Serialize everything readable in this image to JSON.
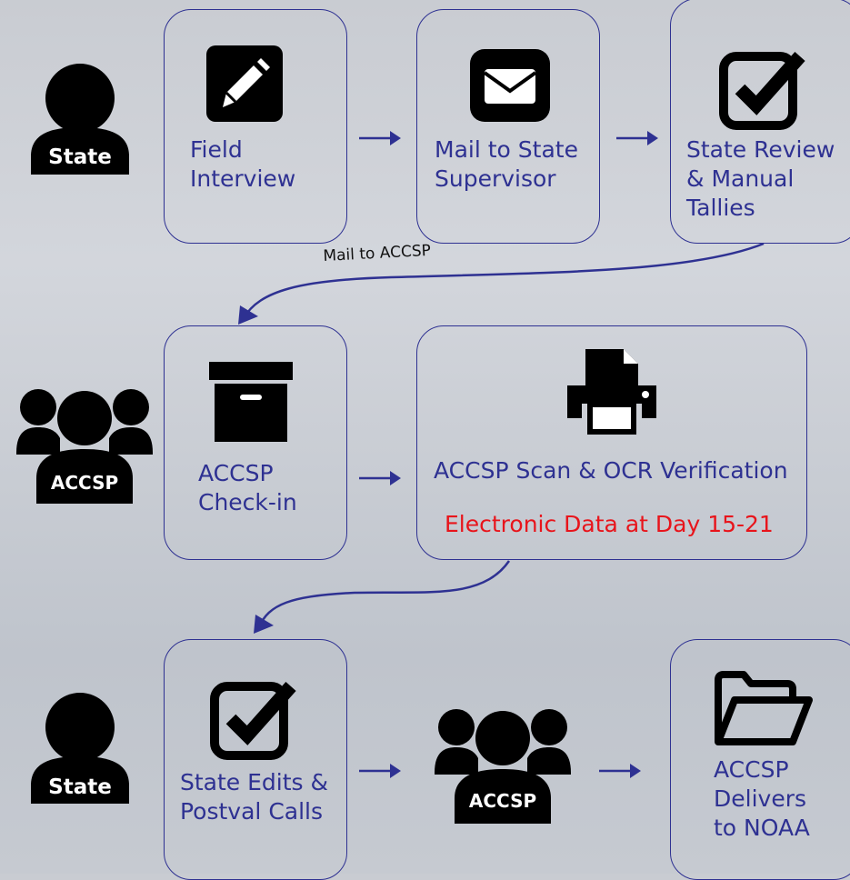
{
  "actors": {
    "state_top": "State",
    "accsp_mid": "ACCSP",
    "state_bottom": "State",
    "accsp_bottom": "ACCSP"
  },
  "steps": {
    "field_interview": "Field\nInterview",
    "mail_to_supervisor": "Mail to State\nSupervisor",
    "state_review": "State Review\n& Manual\nTallies",
    "check_in": "ACCSP\nCheck-in",
    "scan_ocr": "ACCSP Scan & OCR Verification",
    "electronic_data": "Electronic Data at Day 15-21",
    "state_edits": "State Edits &\nPostval Calls",
    "delivers": "ACCSP\nDelivers\nto NOAA"
  },
  "connector_label": "Mail to ACCSP",
  "colors": {
    "box_border": "#2e3192",
    "text": "#2e3192",
    "highlight": "#e8141b",
    "icon": "#000000"
  },
  "icons": [
    "pencil-icon",
    "envelope-icon",
    "checkbox-icon",
    "archive-box-icon",
    "printer-icon",
    "folder-open-icon",
    "user-icon",
    "group-icon"
  ]
}
